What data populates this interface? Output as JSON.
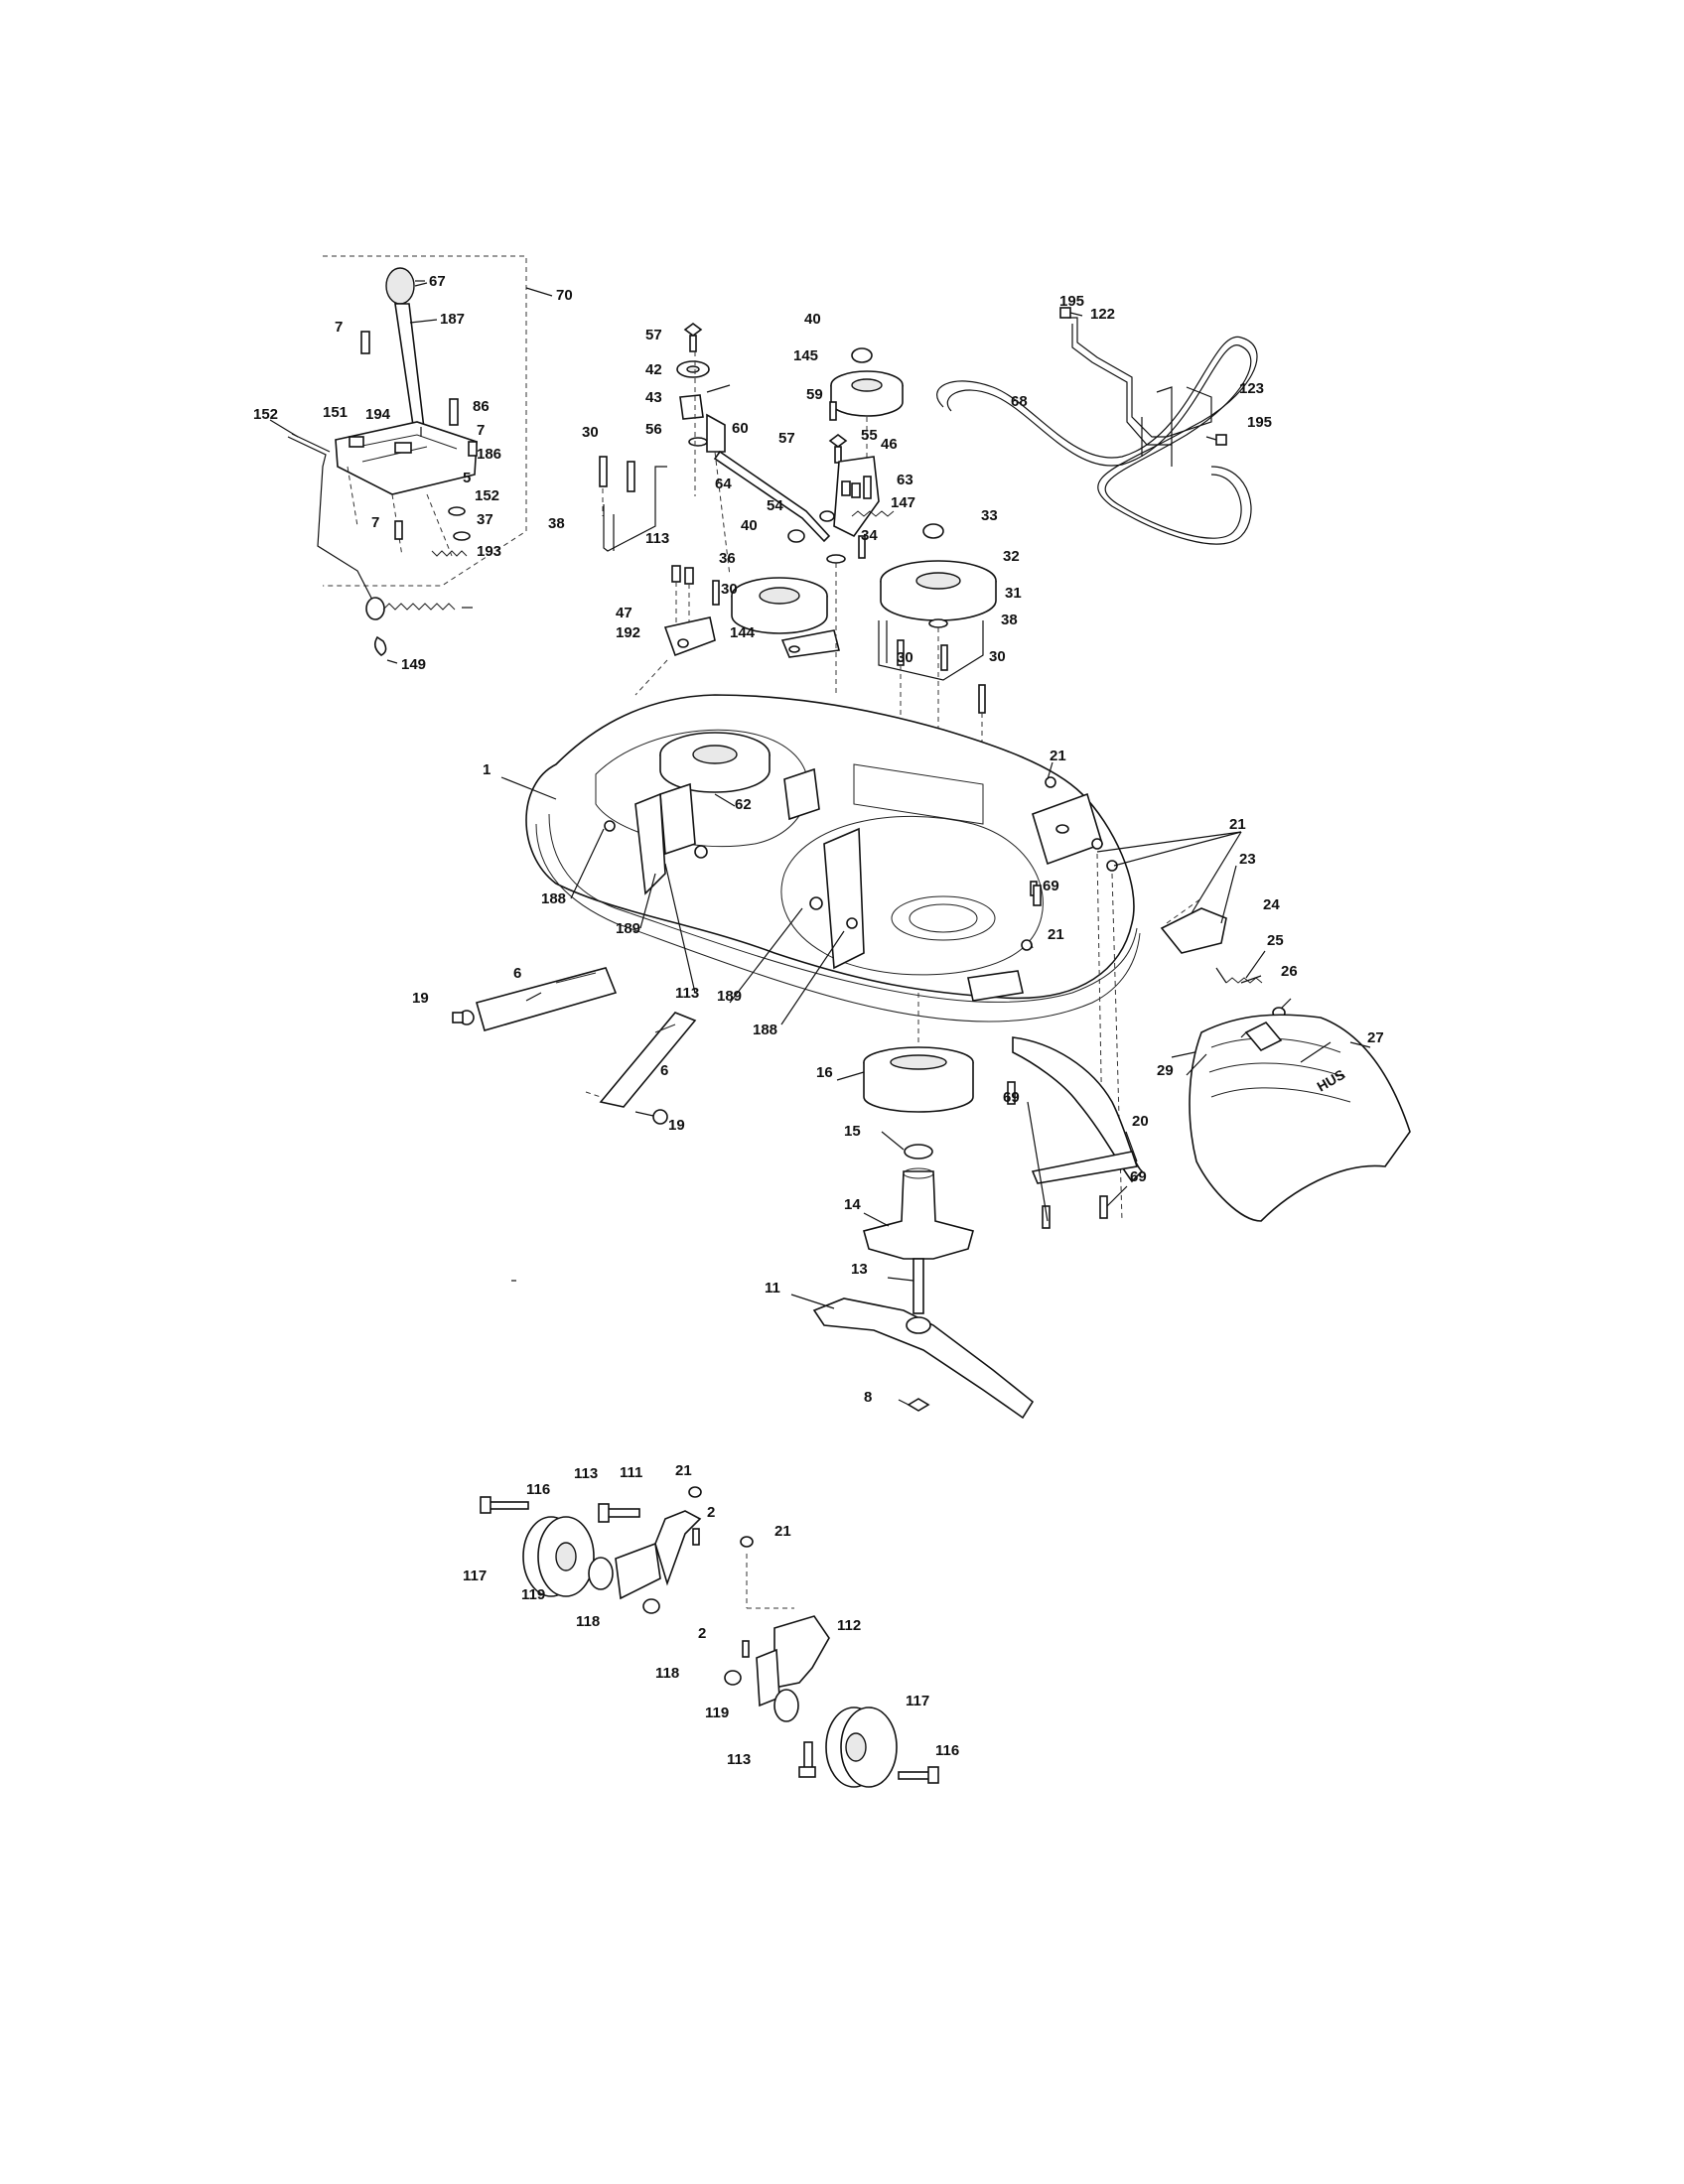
{
  "labels": [
    {
      "id": "67",
      "text": "67"
    },
    {
      "id": "70",
      "text": "70"
    },
    {
      "id": "187",
      "text": "187"
    },
    {
      "id": "7a",
      "text": "7"
    },
    {
      "id": "86",
      "text": "86"
    },
    {
      "id": "152a",
      "text": "152"
    },
    {
      "id": "151",
      "text": "151"
    },
    {
      "id": "194",
      "text": "194"
    },
    {
      "id": "7b",
      "text": "7"
    },
    {
      "id": "186",
      "text": "186"
    },
    {
      "id": "5",
      "text": "5"
    },
    {
      "id": "152b",
      "text": "152"
    },
    {
      "id": "7c",
      "text": "7"
    },
    {
      "id": "37",
      "text": "37"
    },
    {
      "id": "193",
      "text": "193"
    },
    {
      "id": "149",
      "text": "149"
    },
    {
      "id": "57a",
      "text": "57"
    },
    {
      "id": "42",
      "text": "42"
    },
    {
      "id": "43",
      "text": "43"
    },
    {
      "id": "56",
      "text": "56"
    },
    {
      "id": "60",
      "text": "60"
    },
    {
      "id": "30a",
      "text": "30"
    },
    {
      "id": "38a",
      "text": "38"
    },
    {
      "id": "64",
      "text": "64"
    },
    {
      "id": "113a",
      "text": "113"
    },
    {
      "id": "40a",
      "text": "40"
    },
    {
      "id": "145",
      "text": "145"
    },
    {
      "id": "59",
      "text": "59"
    },
    {
      "id": "57b",
      "text": "57"
    },
    {
      "id": "55",
      "text": "55"
    },
    {
      "id": "46",
      "text": "46"
    },
    {
      "id": "63",
      "text": "63"
    },
    {
      "id": "147",
      "text": "147"
    },
    {
      "id": "54",
      "text": "54"
    },
    {
      "id": "40b",
      "text": "40"
    },
    {
      "id": "34",
      "text": "34"
    },
    {
      "id": "36",
      "text": "36"
    },
    {
      "id": "30b",
      "text": "30"
    },
    {
      "id": "47",
      "text": "47"
    },
    {
      "id": "192",
      "text": "192"
    },
    {
      "id": "144",
      "text": "144"
    },
    {
      "id": "33",
      "text": "33"
    },
    {
      "id": "32",
      "text": "32"
    },
    {
      "id": "31",
      "text": "31"
    },
    {
      "id": "38b",
      "text": "38"
    },
    {
      "id": "30c",
      "text": "30"
    },
    {
      "id": "30d",
      "text": "30"
    },
    {
      "id": "195a",
      "text": "195"
    },
    {
      "id": "122",
      "text": "122"
    },
    {
      "id": "68",
      "text": "68"
    },
    {
      "id": "123",
      "text": "123"
    },
    {
      "id": "195b",
      "text": "195"
    },
    {
      "id": "1",
      "text": "1"
    },
    {
      "id": "62",
      "text": "62"
    },
    {
      "id": "21a",
      "text": "21"
    },
    {
      "id": "21b",
      "text": "21"
    },
    {
      "id": "23",
      "text": "23"
    },
    {
      "id": "69a",
      "text": "69"
    },
    {
      "id": "21c",
      "text": "21"
    },
    {
      "id": "24",
      "text": "24"
    },
    {
      "id": "25",
      "text": "25"
    },
    {
      "id": "188a",
      "text": "188"
    },
    {
      "id": "189a",
      "text": "189"
    },
    {
      "id": "113b",
      "text": "113"
    },
    {
      "id": "189b",
      "text": "189"
    },
    {
      "id": "188b",
      "text": "188"
    },
    {
      "id": "26",
      "text": "26"
    },
    {
      "id": "27",
      "text": "27"
    },
    {
      "id": "29",
      "text": "29"
    },
    {
      "id": "6a",
      "text": "6"
    },
    {
      "id": "19a",
      "text": "19"
    },
    {
      "id": "6b",
      "text": "6"
    },
    {
      "id": "19b",
      "text": "19"
    },
    {
      "id": "16",
      "text": "16"
    },
    {
      "id": "15",
      "text": "15"
    },
    {
      "id": "14",
      "text": "14"
    },
    {
      "id": "13",
      "text": "13"
    },
    {
      "id": "11",
      "text": "11"
    },
    {
      "id": "8",
      "text": "8"
    },
    {
      "id": "20",
      "text": "20"
    },
    {
      "id": "69b",
      "text": "69"
    },
    {
      "id": "69c",
      "text": "69"
    },
    {
      "id": "116a",
      "text": "116"
    },
    {
      "id": "113c",
      "text": "113"
    },
    {
      "id": "111",
      "text": "111"
    },
    {
      "id": "21d",
      "text": "21"
    },
    {
      "id": "2a",
      "text": "2"
    },
    {
      "id": "21e",
      "text": "21"
    },
    {
      "id": "117a",
      "text": "117"
    },
    {
      "id": "119a",
      "text": "119"
    },
    {
      "id": "118a",
      "text": "118"
    },
    {
      "id": "2b",
      "text": "2"
    },
    {
      "id": "112",
      "text": "112"
    },
    {
      "id": "118b",
      "text": "118"
    },
    {
      "id": "119b",
      "text": "119"
    },
    {
      "id": "117b",
      "text": "117"
    },
    {
      "id": "113d",
      "text": "113"
    },
    {
      "id": "116b",
      "text": "116"
    }
  ],
  "deflector_logo": "HUS"
}
